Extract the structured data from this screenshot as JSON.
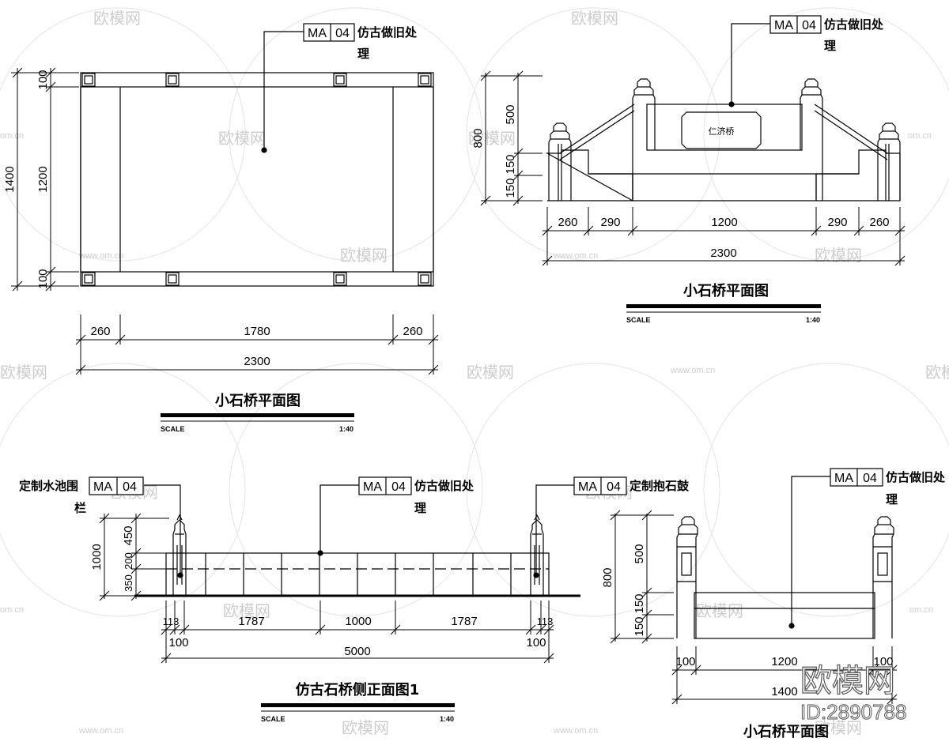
{
  "callout": {
    "code": "MA",
    "num": "04"
  },
  "notes": {
    "distress_1": "仿古做旧处",
    "distress_2": "理",
    "pool_rail_1": "定制水池围",
    "pool_rail_2": "栏",
    "drum_stone": "定制抱石鼓"
  },
  "plaque_text": "仁济桥",
  "plan_top_left": {
    "title": "小石桥平面图",
    "scale_label": "SCALE",
    "scale_value": "1:40",
    "dims_left": [
      "100",
      "1200",
      "100"
    ],
    "dim_total_left": "1400",
    "dims_bottom": [
      "260",
      "1780",
      "260"
    ],
    "dim_total_bottom": "2300"
  },
  "elev_top_right": {
    "title": "小石桥平面图",
    "scale_label": "SCALE",
    "scale_value": "1:40",
    "dims_left": [
      "500",
      "150",
      "150"
    ],
    "dim_total_left": "800",
    "dims_bottom": [
      "260",
      "290",
      "1200",
      "290",
      "260"
    ],
    "dim_total_bottom": "2300"
  },
  "elev_bottom_left": {
    "title": "仿古石桥侧正面图1",
    "scale_label": "SCALE",
    "scale_value": "1:40",
    "dims_left": [
      "450",
      "200",
      "350"
    ],
    "dim_total_left": "1000",
    "dims_bottom": [
      "113",
      "1787",
      "1000",
      "1787",
      "113"
    ],
    "dims_sub": [
      "100",
      "100"
    ],
    "dim_total_bottom": "5000"
  },
  "elev_bottom_right": {
    "title": "小石桥平面图",
    "dims_left": [
      "500",
      "150",
      "150"
    ],
    "dim_total_left": "800",
    "dims_bottom": [
      "100",
      "1200",
      "100"
    ],
    "dim_total_bottom": "1400"
  },
  "watermark": {
    "brand": "欧模网",
    "site": "www.om.cn",
    "site_short": "om.cn"
  },
  "brand_mark": {
    "name": "欧模网",
    "id": "ID:2890788"
  }
}
